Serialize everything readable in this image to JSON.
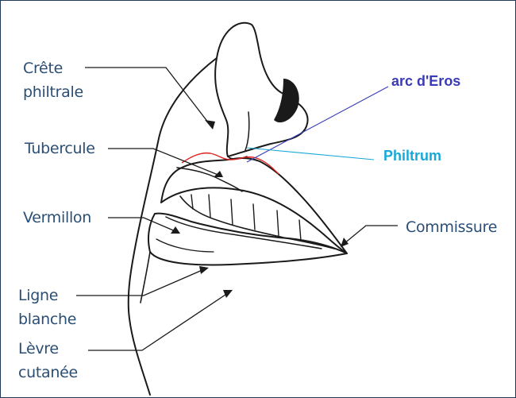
{
  "labels": {
    "crete_philtrale": [
      "Crête",
      "philtrale"
    ],
    "tubercule": "Tubercule",
    "vermillon": "Vermillon",
    "ligne_blanche": [
      "Ligne",
      "blanche"
    ],
    "levre_cutanee": [
      "Lèvre",
      "cutanée"
    ],
    "commissure": "Commissure",
    "arc_eros": "arc d'Eros",
    "philtrum": "Philtrum"
  },
  "colors": {
    "label_text": "#2a4e74",
    "arc_eros": "#3a3ab8",
    "philtrum": "#18a8d8",
    "eros_outline": "#e02020",
    "line_art": "#1a1a1a"
  }
}
